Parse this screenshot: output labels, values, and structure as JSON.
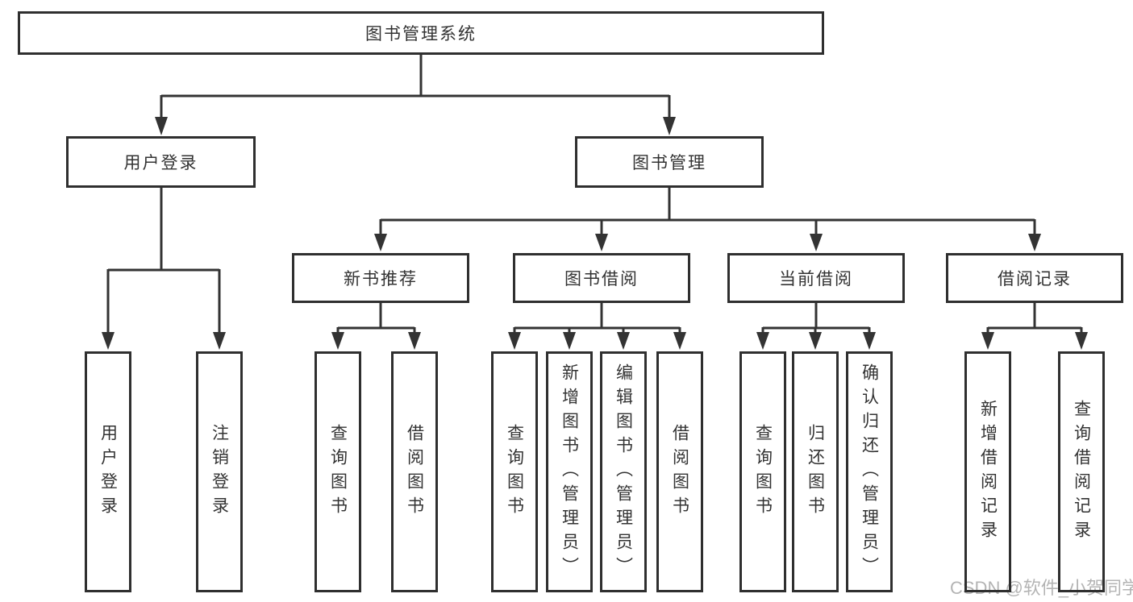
{
  "tree": {
    "root": {
      "label": "图书管理系统"
    },
    "branches": [
      {
        "label": "用户登录",
        "leaves": [
          {
            "label": "用户登录"
          },
          {
            "label": "注销登录"
          }
        ]
      },
      {
        "label": "图书管理",
        "groups": [
          {
            "label": "新书推荐",
            "leaves": [
              {
                "label": "查询图书"
              },
              {
                "label": "借阅图书"
              }
            ]
          },
          {
            "label": "图书借阅",
            "leaves": [
              {
                "label": "查询图书"
              },
              {
                "label": "新增图书（管理员）"
              },
              {
                "label": "编辑图书（管理员）"
              },
              {
                "label": "借阅图书"
              }
            ]
          },
          {
            "label": "当前借阅",
            "leaves": [
              {
                "label": "查询图书"
              },
              {
                "label": "归还图书"
              },
              {
                "label": "确认归还（管理员）"
              }
            ]
          },
          {
            "label": "借阅记录",
            "leaves": [
              {
                "label": "新增借阅记录"
              },
              {
                "label": "查询借阅记录"
              }
            ]
          }
        ]
      }
    ]
  },
  "watermark": {
    "text": "CSDN @软件_小贺同学"
  },
  "colors": {
    "line": "#333333",
    "box_border": "#2f2f2f",
    "text": "#333333",
    "watermark": "#b4b4b4",
    "background": "#ffffff"
  }
}
